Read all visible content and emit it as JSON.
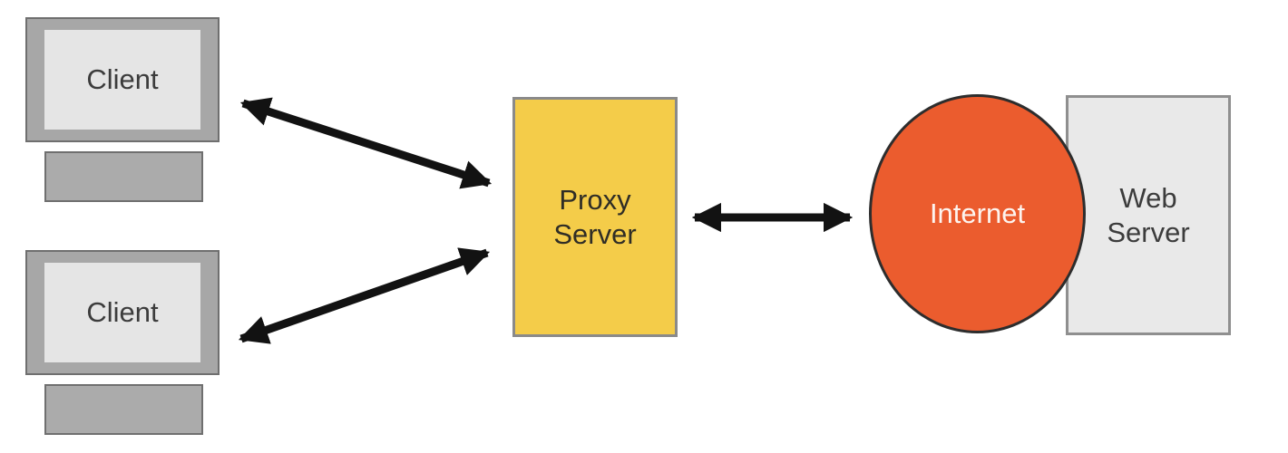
{
  "diagram": {
    "description": "Forward proxy network diagram: two clients connect through a proxy server to the internet, which fronts a web server",
    "nodes": {
      "client1": {
        "label": "Client",
        "type": "client-computer"
      },
      "client2": {
        "label": "Client",
        "type": "client-computer"
      },
      "proxy": {
        "label": "Proxy\nServer",
        "type": "server-box"
      },
      "internet": {
        "label": "Internet",
        "type": "cloud-ellipse"
      },
      "webserver": {
        "label": "Web\nServer",
        "type": "server-box"
      }
    },
    "edges": [
      {
        "from": "client1",
        "to": "proxy",
        "bidirectional": true
      },
      {
        "from": "client2",
        "to": "proxy",
        "bidirectional": true
      },
      {
        "from": "proxy",
        "to": "internet",
        "bidirectional": true
      }
    ],
    "colors": {
      "background": "#FFFFFF",
      "proxy_fill": "#F4CC49",
      "proxy_border": "#8A8A8A",
      "internet_fill": "#EB5C2E",
      "internet_border": "#2D2D2D",
      "internet_text": "#FDF4EF",
      "webserver_fill": "#E9E9E9",
      "webserver_border": "#8F8F8F",
      "client_frame": "#A7A7A7",
      "client_screen": "#E5E5E5",
      "client_border": "#6F6F6F",
      "label_text": "#3C3C3C",
      "arrow": "#121212"
    }
  }
}
